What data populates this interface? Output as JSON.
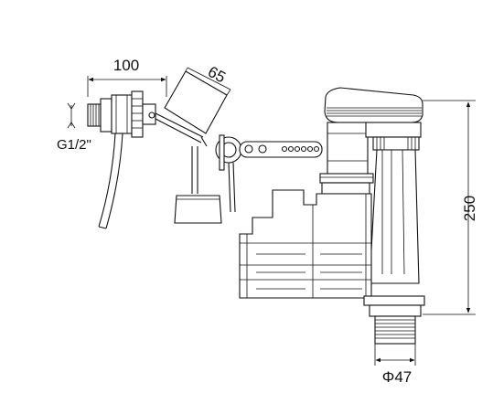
{
  "dimensions": {
    "float_arm_length": "100",
    "float_width": "65",
    "thread_size": "G1/2\"",
    "valve_height": "250",
    "base_diameter": "Φ47"
  }
}
